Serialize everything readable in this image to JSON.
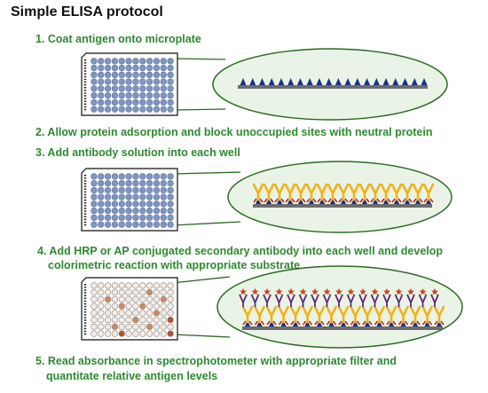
{
  "title": "Simple ELISA protocol",
  "steps": [
    {
      "label": "1. Coat antigen onto microplate"
    },
    {
      "label": "2. Allow protein adsorption and block unoccupied sites with  neutral protein"
    },
    {
      "label": "3. Add antibody solution into each well"
    },
    {
      "label": "4. Add HRP or AP conjugated secondary antibody into each well and develop"
    },
    {
      "label": "colorimetric reaction with appropriate substrate"
    },
    {
      "label": "5. Read absorbance in spectrophotometer  with appropriate filter and"
    },
    {
      "label": "quantitate relative antigen levels"
    }
  ],
  "colors": {
    "heading": "#111111",
    "step_text": "#2d8a2f",
    "ellipse_fill": "#eaf4e6",
    "ellipse_stroke": "#2b6a22",
    "surface": "#6d6d6d",
    "antigen": "#1c2f8e",
    "antibody_primary": "#f2b21c",
    "antibody_secondary": "#5a2a7a",
    "antibody_red": "#c4271e",
    "enzyme_star": "#d0441c",
    "well_blue": "#7f95c2",
    "well_blank": "#f3ece6",
    "well_colored": "#cd8b60",
    "well_dark": "#b1552a"
  }
}
